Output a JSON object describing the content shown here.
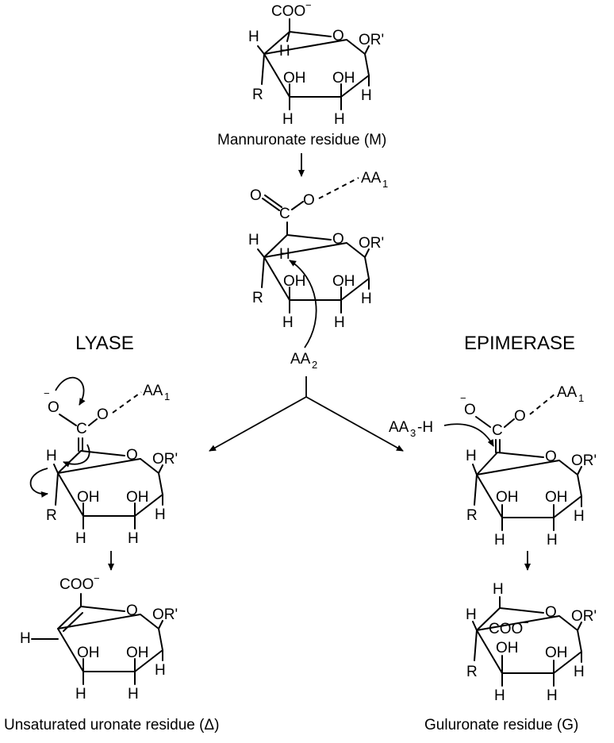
{
  "atoms": {
    "O": "O",
    "H": "H",
    "OH": "OH",
    "R": "R",
    "OR_prime": "OR'",
    "COO": "COO",
    "C": "C",
    "AA": "AA",
    "sub1": "1",
    "sub2": "2",
    "sub3": "3",
    "H_tail": "-H",
    "minus": "−"
  },
  "labels": {
    "mannuronate": "Mannuronate residue (M)",
    "lyase": "LYASE",
    "epimerase": "EPIMERASE",
    "unsaturated": "Unsaturated uronate residue (Δ)",
    "guluronate": "Guluronate residue (G)"
  }
}
